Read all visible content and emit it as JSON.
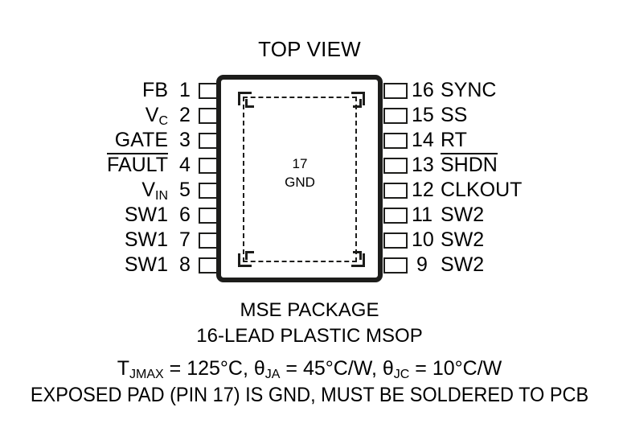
{
  "diagram": {
    "title": "TOP VIEW",
    "package_outline": "rounded-rectangle",
    "exposed_pad": {
      "pin_number": "17",
      "label": "GND"
    },
    "left_pins": [
      {
        "number": "1",
        "label": "FB",
        "active_low": false,
        "subscript": ""
      },
      {
        "number": "2",
        "label": "V",
        "active_low": false,
        "subscript": "C"
      },
      {
        "number": "3",
        "label": "GATE",
        "active_low": false,
        "subscript": ""
      },
      {
        "number": "4",
        "label": "FAULT",
        "active_low": true,
        "subscript": ""
      },
      {
        "number": "5",
        "label": "V",
        "active_low": false,
        "subscript": "IN"
      },
      {
        "number": "6",
        "label": "SW1",
        "active_low": false,
        "subscript": ""
      },
      {
        "number": "7",
        "label": "SW1",
        "active_low": false,
        "subscript": ""
      },
      {
        "number": "8",
        "label": "SW1",
        "active_low": false,
        "subscript": ""
      }
    ],
    "right_pins": [
      {
        "number": "16",
        "label": "SYNC",
        "active_low": false,
        "subscript": ""
      },
      {
        "number": "15",
        "label": "SS",
        "active_low": false,
        "subscript": ""
      },
      {
        "number": "14",
        "label": "RT",
        "active_low": false,
        "subscript": ""
      },
      {
        "number": "13",
        "label": "SHDN",
        "active_low": true,
        "subscript": ""
      },
      {
        "number": "12",
        "label": "CLKOUT",
        "active_low": false,
        "subscript": ""
      },
      {
        "number": "11",
        "label": "SW2",
        "active_low": false,
        "subscript": ""
      },
      {
        "number": "10",
        "label": "SW2",
        "active_low": false,
        "subscript": ""
      },
      {
        "number": "9",
        "label": "SW2",
        "active_low": false,
        "subscript": ""
      }
    ],
    "caption": {
      "package_name": "MSE PACKAGE",
      "lead_description": "16-LEAD PLASTIC MSOP",
      "thermal_tjmax_symbol": "T",
      "thermal_tjmax_sub": "JMAX",
      "thermal_tjmax_value": " = 125°C, ",
      "thermal_tja_symbol": "θ",
      "thermal_tja_sub": "JA",
      "thermal_tja_value": " = 45°C/W, ",
      "thermal_tjc_symbol": "θ",
      "thermal_tjc_sub": "JC",
      "thermal_tjc_value": " = 10°C/W",
      "exposed_pad_note": "EXPOSED PAD (PIN 17) IS GND, MUST BE SOLDERED TO PCB"
    }
  },
  "colors": {
    "ink": "#1d1d1b",
    "background": "#ffffff"
  }
}
